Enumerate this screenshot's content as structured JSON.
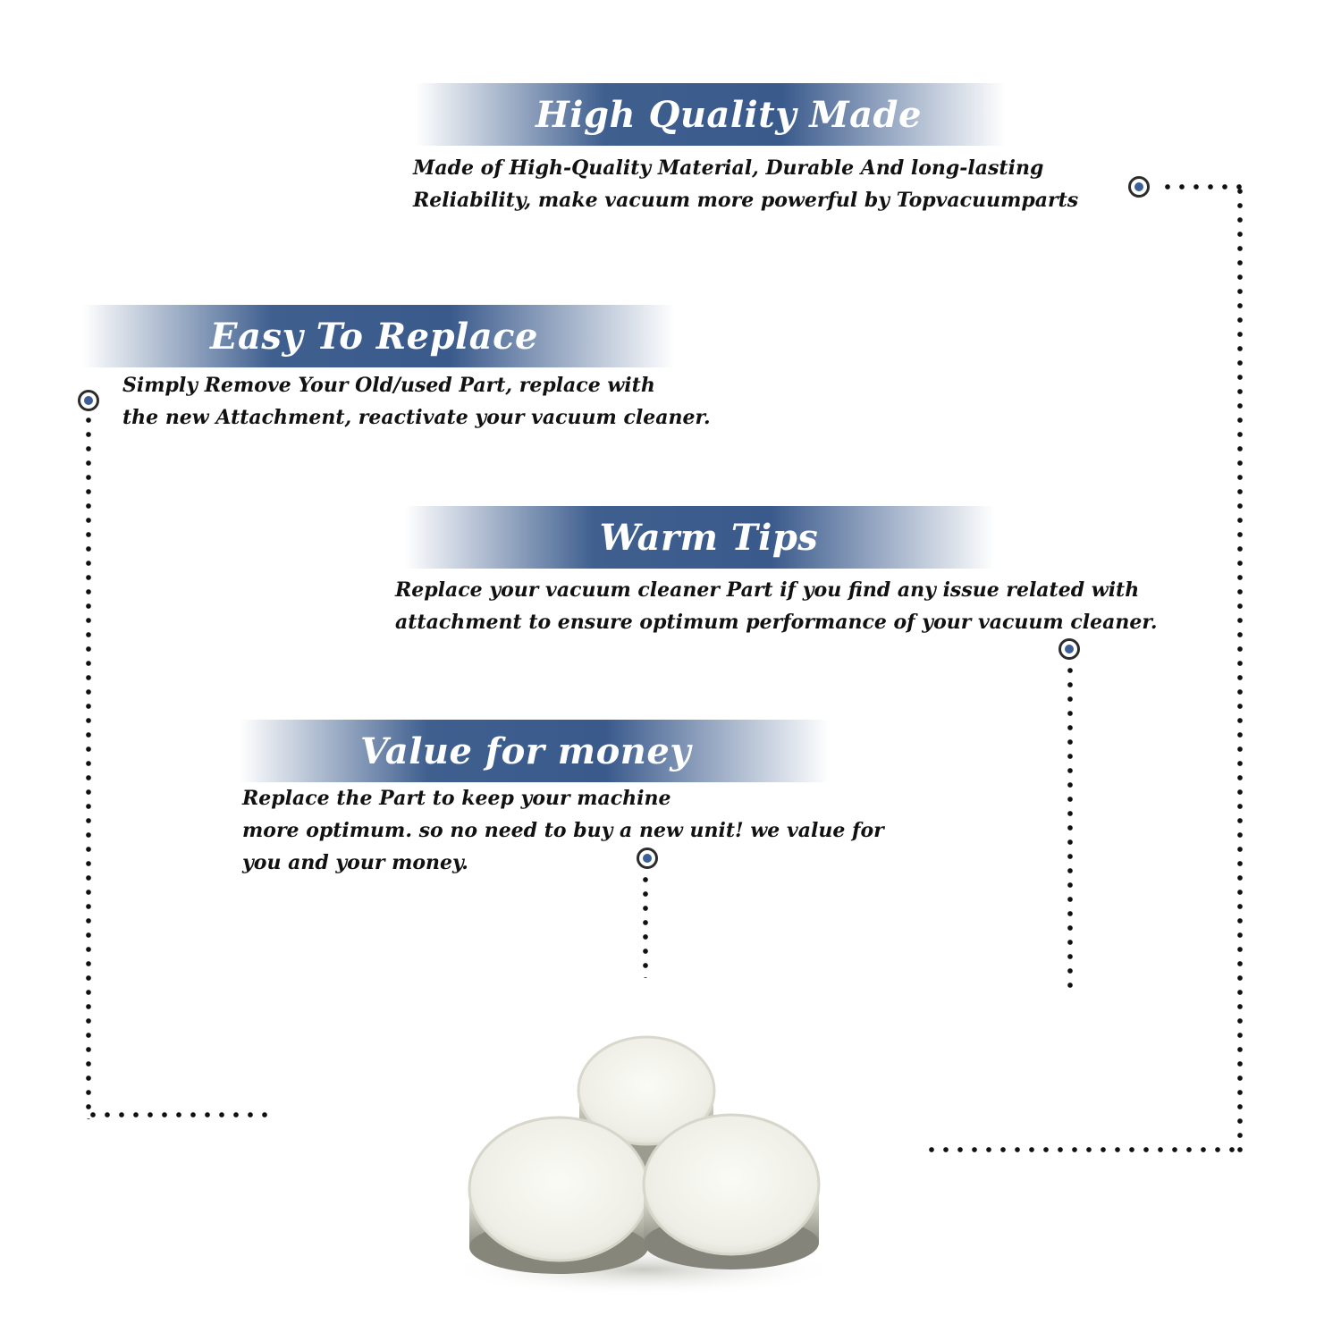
{
  "features": [
    {
      "title": "High Quality Made",
      "lines": [
        "Made of  High-Quality Material, Durable And long-lasting",
        "Reliability, make vacuum more powerful by Topvacuumparts"
      ]
    },
    {
      "title": "Easy To Replace",
      "lines": [
        "Simply Remove Your Old/used Part, replace with",
        "the new Attachment, reactivate your vacuum cleaner."
      ]
    },
    {
      "title": "Warm Tips",
      "lines": [
        "Replace your vacuum cleaner Part if you find any issue related with",
        " attachment to ensure optimum performance of your vacuum cleaner."
      ]
    },
    {
      "title": "Value for money",
      "lines": [
        "Replace the Part to keep your machine",
        "more optimum. so no need to buy a new unit! we value for",
        "you and your money."
      ]
    }
  ],
  "colors": {
    "banner": "#3f5f8f",
    "marker_fill": "#3d5f97",
    "text": "#111111"
  },
  "icons": {
    "marker": "circle-marker-icon",
    "product": "filter-pads-image"
  }
}
